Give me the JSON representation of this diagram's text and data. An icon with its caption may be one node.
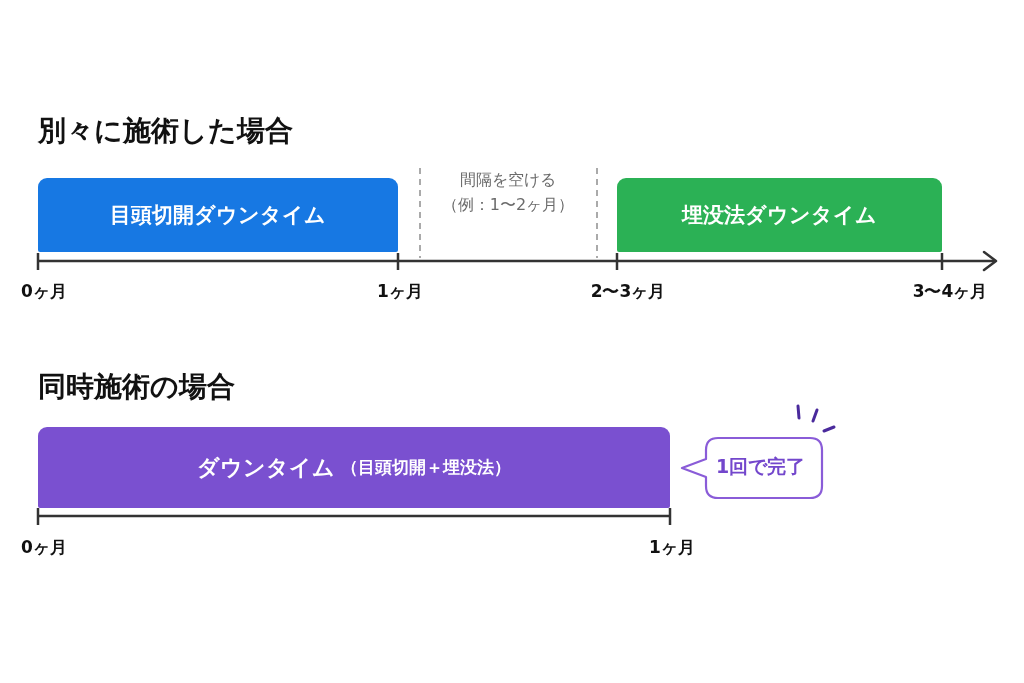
{
  "diagram": {
    "nodes": [
      {
        "text": [
          "目頭切開ダウンタイム"
        ]
      },
      {
        "text": [
          "埋没法ダウンタイム"
        ]
      },
      {
        "text": [
          "ダウンタイム",
          "（目頭切開＋埋没法）"
        ]
      },
      {
        "text": [
          "1回で完了"
        ]
      }
    ],
    "labels": [
      "別々に施術した場合",
      "間隔を空ける",
      "（例：1〜2ヶ月）",
      "0ヶ月",
      "1ヶ月",
      "2〜3ヶ月",
      "3〜4ヶ月",
      "同時施術の場合",
      "0ヶ月",
      "1ヶ月"
    ]
  }
}
